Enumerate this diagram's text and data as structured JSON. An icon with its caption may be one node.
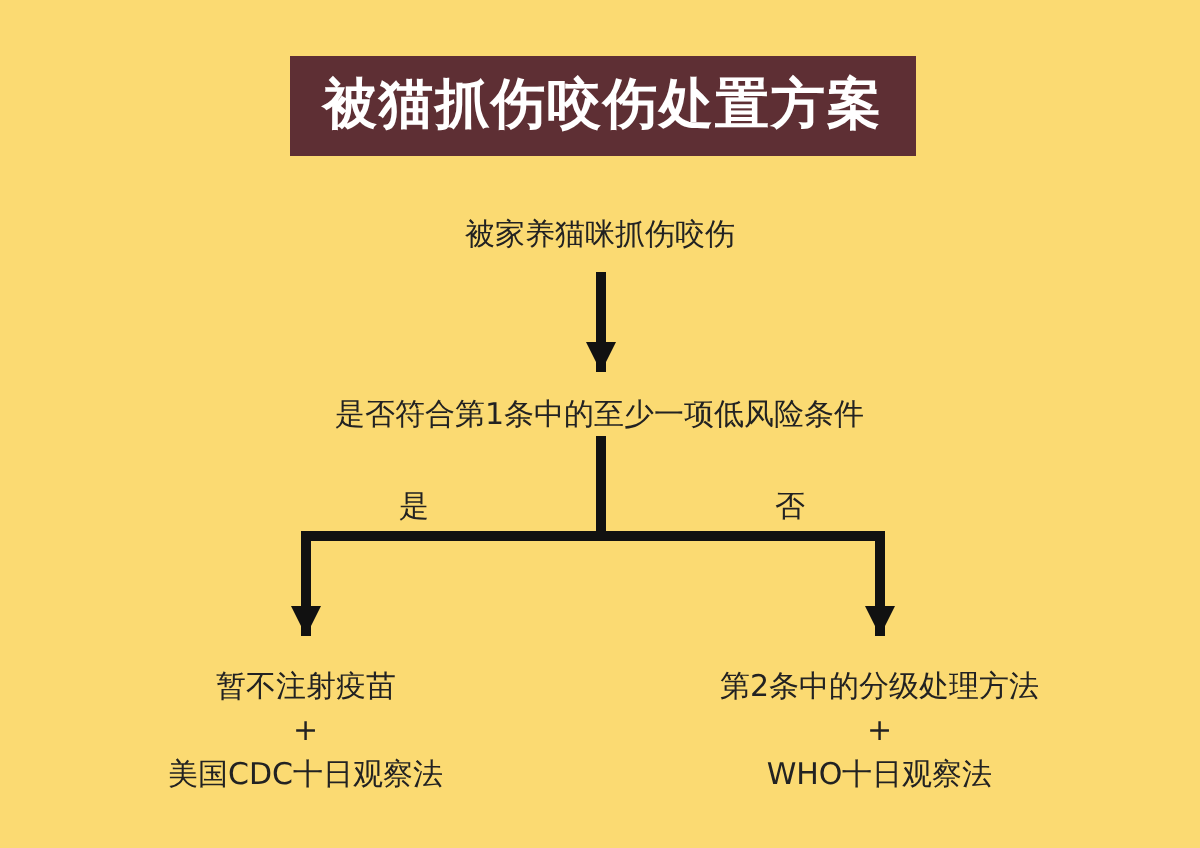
{
  "diagram": {
    "title": "被猫抓伤咬伤处置方案",
    "nodes": [
      {
        "text": [
          "被家养猫咪抓伤咬伤"
        ]
      },
      {
        "text": [
          "是否符合第1条中的至少一项低风险条件"
        ]
      },
      {
        "text": [
          "暂不注射疫苗",
          "+",
          "美国CDC十日观察法"
        ]
      },
      {
        "text": [
          "第2条中的分级处理方法",
          "+",
          "WHO十日观察法"
        ]
      }
    ],
    "edges": [
      {
        "from": 0,
        "to": 1,
        "arrow": "to"
      },
      {
        "from": 1,
        "to": 2,
        "arrow": "to",
        "label": "是"
      },
      {
        "from": 1,
        "to": 3,
        "arrow": "to",
        "label": "否"
      }
    ]
  }
}
